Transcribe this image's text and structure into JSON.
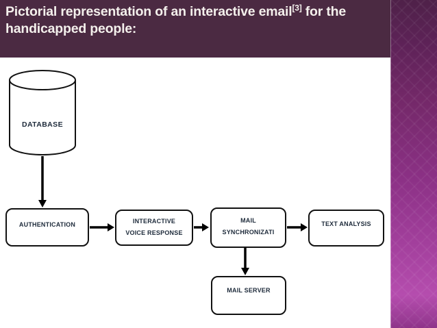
{
  "title": {
    "line1_text": "Pictorial representation of an interactive email",
    "line1_sup": "[3]",
    "line1_tail": " for the",
    "line2": "handicapped people:"
  },
  "colors": {
    "title_bg": "#4b2a42",
    "title_text": "#f4f0ec",
    "accent_strip_top": "#4f2149",
    "accent_strip_bottom": "#b54dae",
    "box_border": "#111111",
    "box_fill": "#ffffff",
    "node_label_text": "#1d2a3a",
    "arrow": "#000000"
  },
  "diagram": {
    "nodes": [
      {
        "id": "database",
        "shape": "cylinder",
        "label": "DATABASE"
      },
      {
        "id": "authentication",
        "shape": "rounded-rect",
        "label": "AUTHENTICATION"
      },
      {
        "id": "interactive-voice-response",
        "shape": "rounded-rect",
        "label": "INTERACTIVE VOICE RESPONSE"
      },
      {
        "id": "mail-synchronizati",
        "shape": "rounded-rect",
        "label": "MAIL SYNCHRONIZATI"
      },
      {
        "id": "text-analysis",
        "shape": "rounded-rect",
        "label": "TEXT ANALYSIS"
      },
      {
        "id": "mail-server",
        "shape": "rounded-rect",
        "label": "MAIL SERVER"
      }
    ],
    "edges": [
      {
        "from": "database",
        "to": "authentication"
      },
      {
        "from": "authentication",
        "to": "interactive-voice-response"
      },
      {
        "from": "interactive-voice-response",
        "to": "mail-synchronizati"
      },
      {
        "from": "mail-synchronizati",
        "to": "text-analysis"
      },
      {
        "from": "mail-synchronizati",
        "to": "mail-server"
      }
    ]
  }
}
